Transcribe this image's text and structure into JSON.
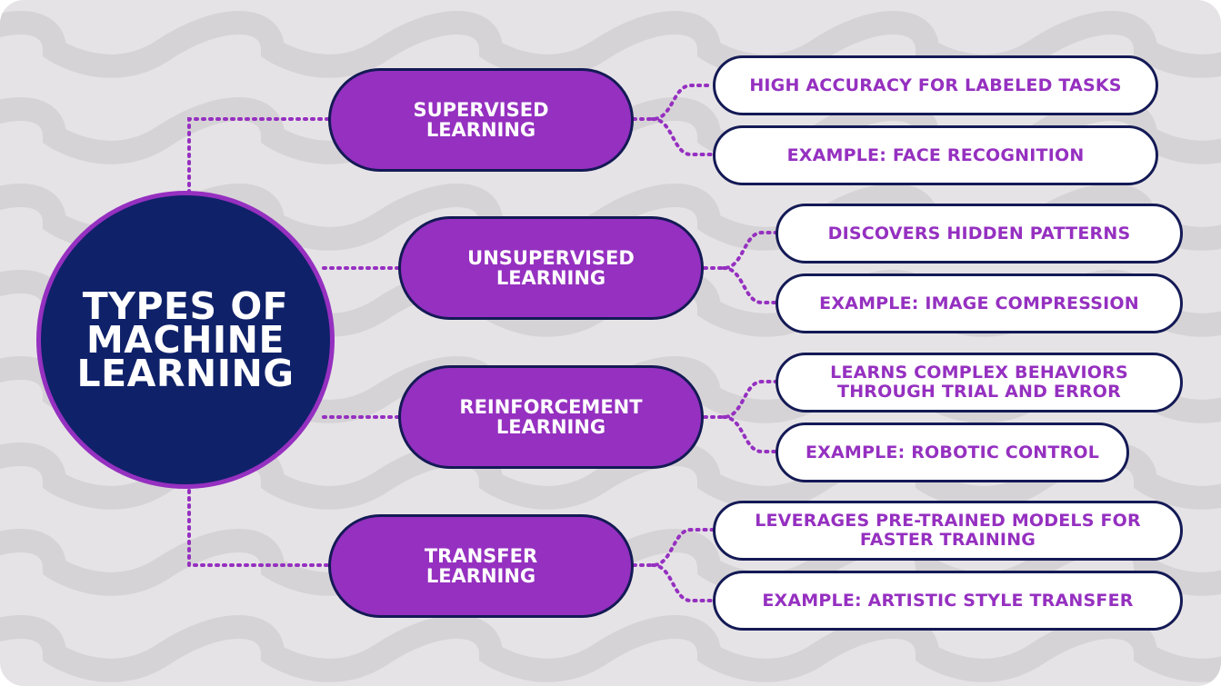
{
  "center": {
    "lines": [
      "TYPES OF",
      "MACHINE",
      "LEARNING"
    ]
  },
  "branches": [
    {
      "lines": [
        "SUPERVISED",
        "LEARNING"
      ],
      "leaves": [
        {
          "lines": [
            "HIGH ACCURACY FOR LABELED TASKS"
          ]
        },
        {
          "lines": [
            "EXAMPLE: FACE RECOGNITION"
          ]
        }
      ]
    },
    {
      "lines": [
        "UNSUPERVISED",
        "LEARNING"
      ],
      "leaves": [
        {
          "lines": [
            "DISCOVERS HIDDEN PATTERNS"
          ]
        },
        {
          "lines": [
            "EXAMPLE: IMAGE COMPRESSION"
          ]
        }
      ]
    },
    {
      "lines": [
        "REINFORCEMENT",
        "LEARNING"
      ],
      "leaves": [
        {
          "lines": [
            "LEARNS COMPLEX BEHAVIORS",
            "THROUGH TRIAL AND ERROR"
          ]
        },
        {
          "lines": [
            "EXAMPLE: ROBOTIC CONTROL"
          ]
        }
      ]
    },
    {
      "lines": [
        "TRANSFER",
        "LEARNING"
      ],
      "leaves": [
        {
          "lines": [
            "LEVERAGES PRE-TRAINED MODELS FOR",
            "FASTER TRAINING"
          ]
        },
        {
          "lines": [
            "EXAMPLE: ARTISTIC STYLE TRANSFER"
          ]
        }
      ]
    }
  ],
  "colors": {
    "background": "#e6e3e6",
    "wave": "#d6d3d6",
    "center_fill": "#0f2169",
    "accent_purple": "#9530c0",
    "outline_navy": "#141a55",
    "leaf_fill": "#ffffff",
    "connector": "#9530c0"
  }
}
